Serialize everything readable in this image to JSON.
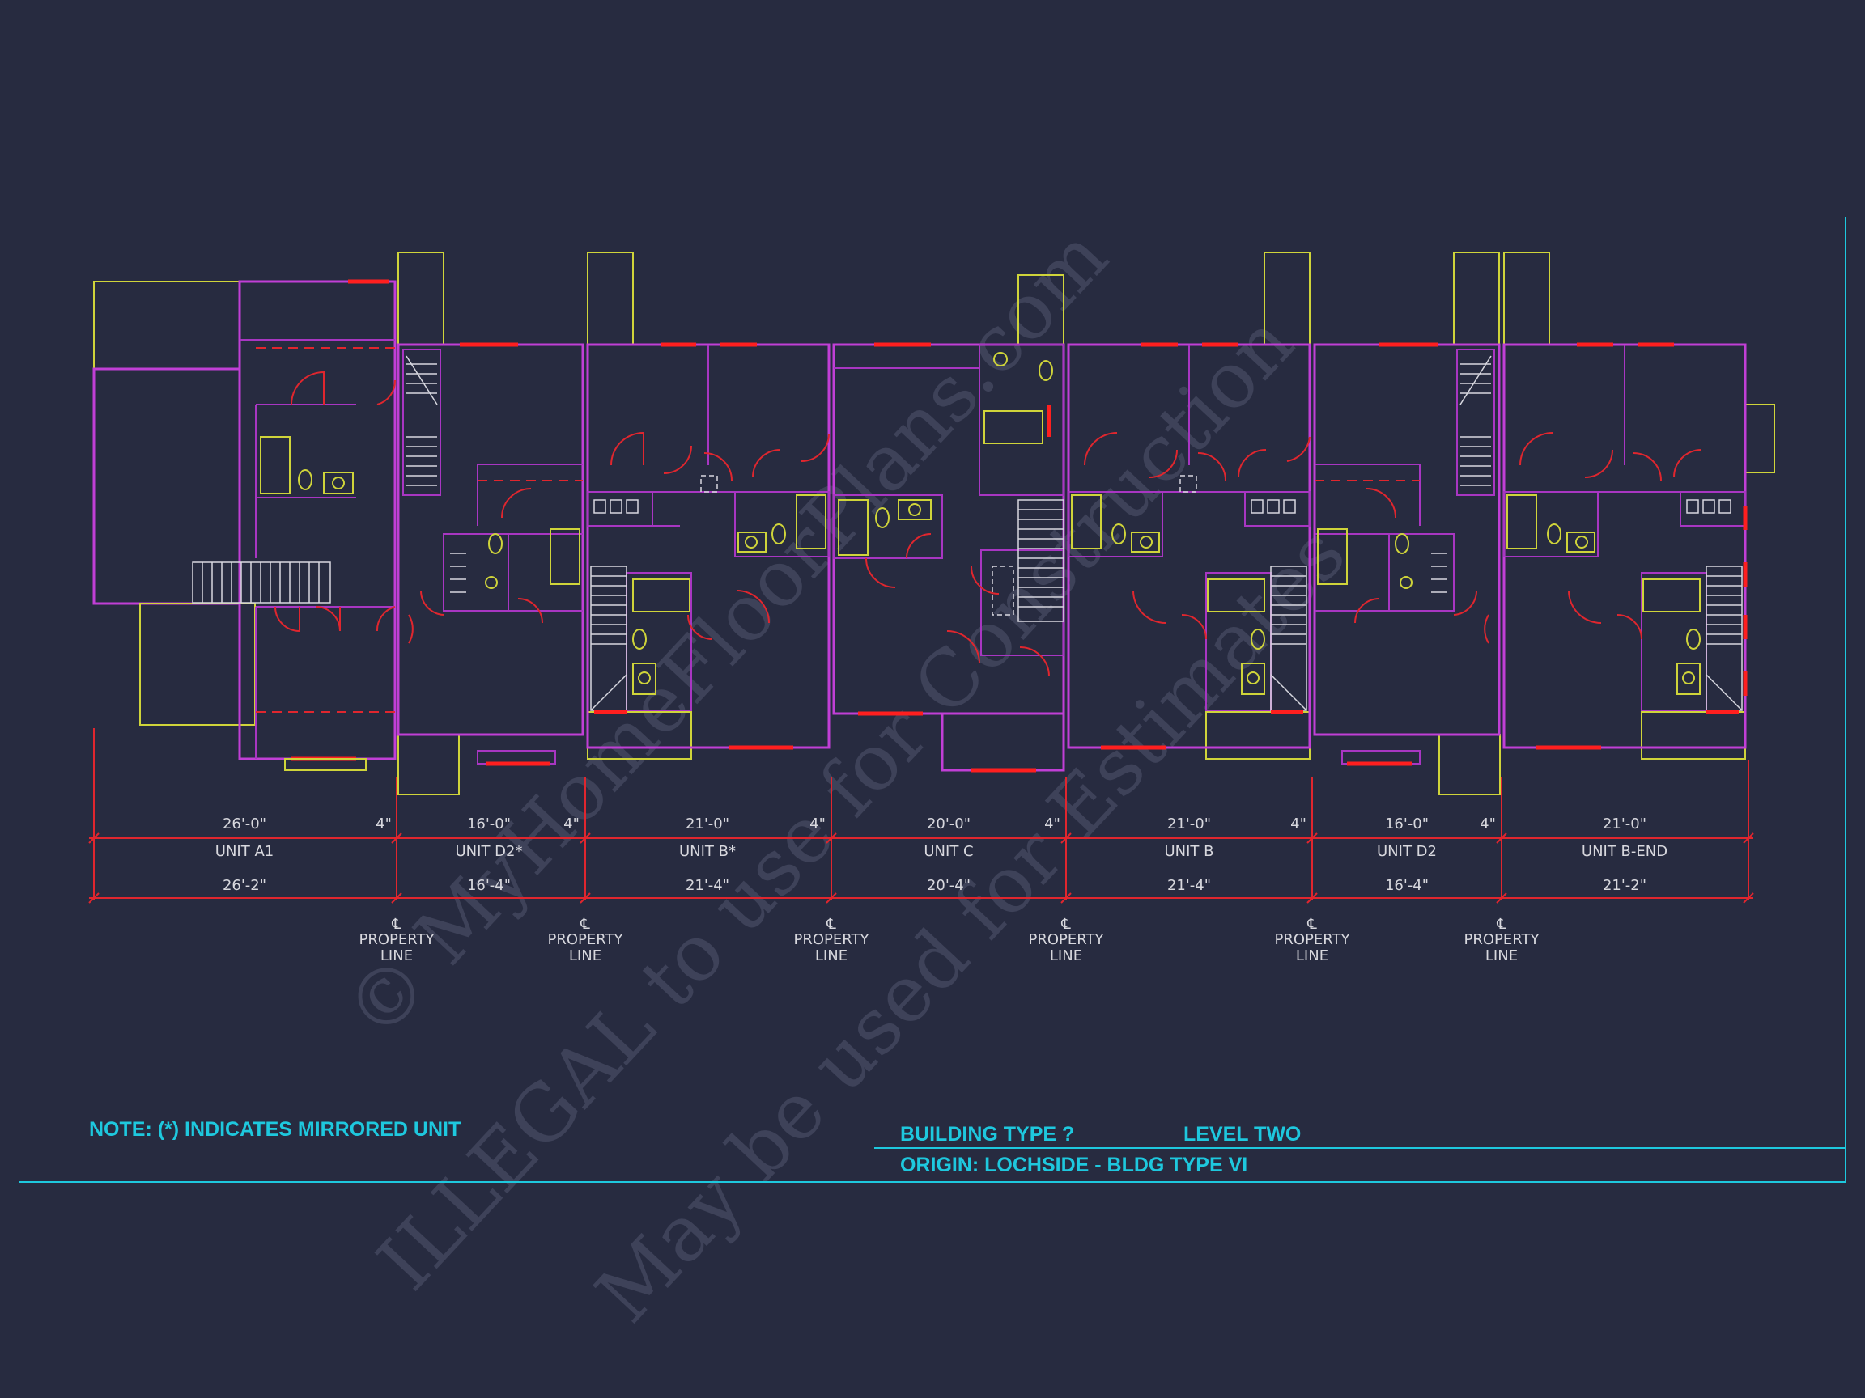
{
  "units": [
    {
      "name": "UNIT A1",
      "top_dim": "26'-0\"",
      "bottom_dim": "26'-2\"",
      "wall_dim": "4\""
    },
    {
      "name": "UNIT D2*",
      "top_dim": "16'-0\"",
      "bottom_dim": "16'-4\"",
      "wall_dim": "4\""
    },
    {
      "name": "UNIT B*",
      "top_dim": "21'-0\"",
      "bottom_dim": "21'-4\"",
      "wall_dim": "4\""
    },
    {
      "name": "UNIT C",
      "top_dim": "20'-0\"",
      "bottom_dim": "20'-4\"",
      "wall_dim": "4\""
    },
    {
      "name": "UNIT B",
      "top_dim": "21'-0\"",
      "bottom_dim": "21'-4\"",
      "wall_dim": "4\""
    },
    {
      "name": "UNIT D2",
      "top_dim": "16'-0\"",
      "bottom_dim": "16'-4\"",
      "wall_dim": "4\""
    },
    {
      "name": "UNIT B-END",
      "top_dim": "21'-0\"",
      "bottom_dim": "21'-2\""
    }
  ],
  "property_line": {
    "symbol": "℄",
    "line1": "PROPERTY",
    "line2": "LINE"
  },
  "note": "NOTE:  (*)  INDICATES MIRRORED UNIT",
  "title_block": {
    "building_type": "BUILDING TYPE ?",
    "level": "LEVEL TWO",
    "origin": "ORIGIN: LOCHSIDE - BLDG TYPE VI"
  },
  "watermark": {
    "line1": "© MyHomeFloorPlans.com",
    "line2": "ILLEGAL to use for Construction",
    "line3": "May be used for Estimates"
  },
  "colors": {
    "background": "#272b40",
    "walls": "#c13fd6",
    "fixtures": "#cfd43a",
    "doors_windows": "#e0262e",
    "dimensions": "#e0262e",
    "title_text": "#1ec8de"
  }
}
